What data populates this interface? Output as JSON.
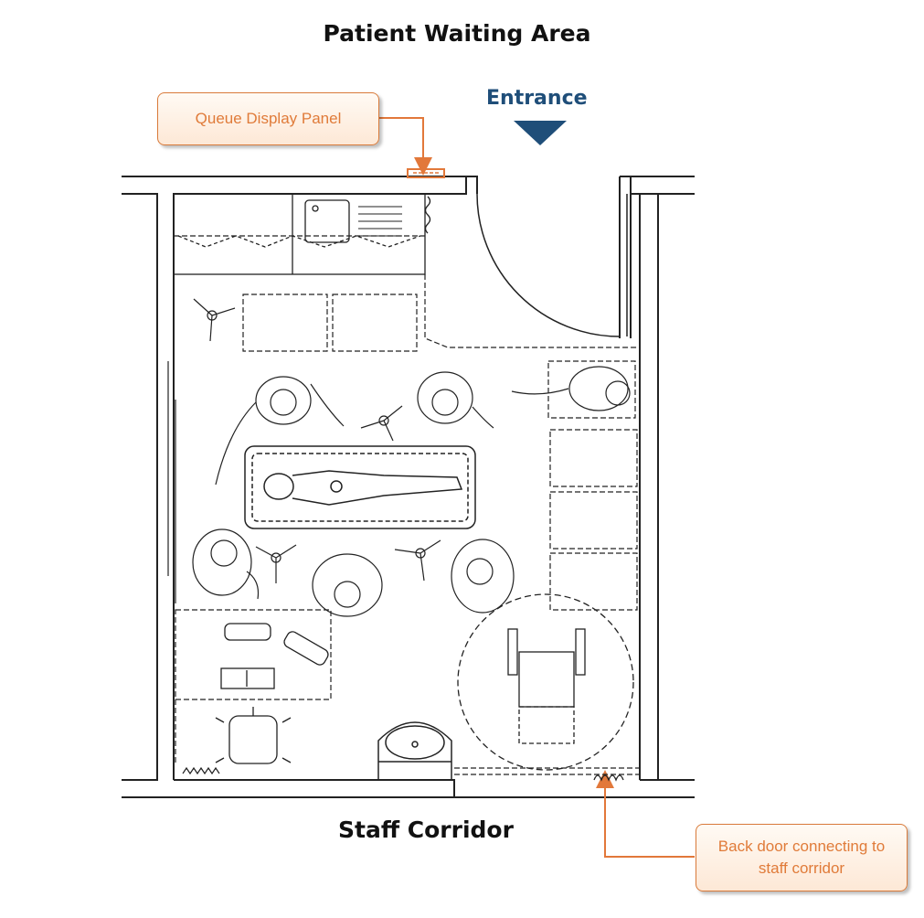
{
  "titles": {
    "top": "Patient Waiting Area",
    "bottom": "Staff Corridor",
    "entrance": "Entrance"
  },
  "callouts": {
    "queue_display": "Queue Display Panel",
    "back_door": "Back door connecting to staff corridor"
  },
  "colors": {
    "accent_orange": "#e2783a",
    "callout_text": "#e07b39",
    "entrance_blue": "#1f4e79",
    "line": "#222222"
  },
  "icons": [
    "entrance-arrow-icon",
    "wheelchair-icon",
    "sink-icon",
    "operating-table-icon",
    "stretcher-icon"
  ]
}
